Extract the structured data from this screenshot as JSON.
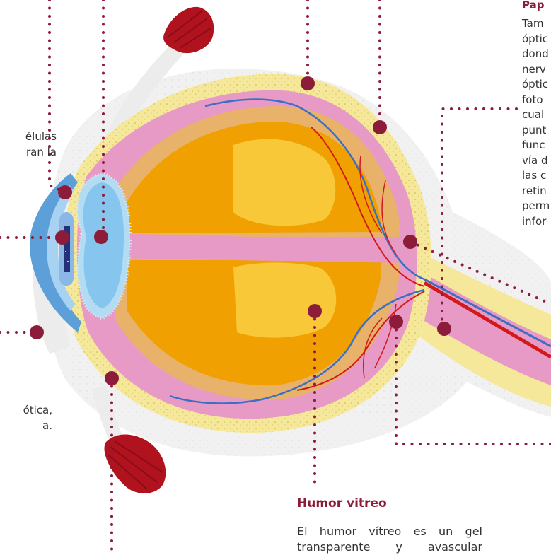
{
  "papila": {
    "heading": "Pap",
    "lines": [
      "Tam",
      "óptic",
      "dond",
      "nerv",
      "óptic",
      "foto",
      "cual",
      "punt",
      "func",
      "vía d",
      "las c",
      "retin",
      "perm",
      "infor"
    ]
  },
  "left_fragment_1": {
    "lines": [
      "élulas",
      "ran la"
    ]
  },
  "left_fragment_2": {
    "lines": [
      "ótica,",
      "a."
    ]
  },
  "humor_vitreo": {
    "heading": "Humor vitreo",
    "lines": [
      "El humor vítreo es un gel",
      "transparente y avascular"
    ]
  },
  "colors": {
    "dotted_line": "#8c1c3a",
    "heading": "#8c1c3a",
    "sclera": "#f6e89a",
    "choroid": "#e79ac5",
    "vitreous": "#f0a000",
    "vitreous_core": "#f8c838",
    "lens": "#86c5ee",
    "cornea": "#5d9fd8",
    "muscle": "#b0121e",
    "artery": "#d21a1a",
    "vein": "#3b6fc4"
  },
  "icons": [
    "eye-cross-section-diagram",
    "extraocular-muscle",
    "callout-marker"
  ]
}
